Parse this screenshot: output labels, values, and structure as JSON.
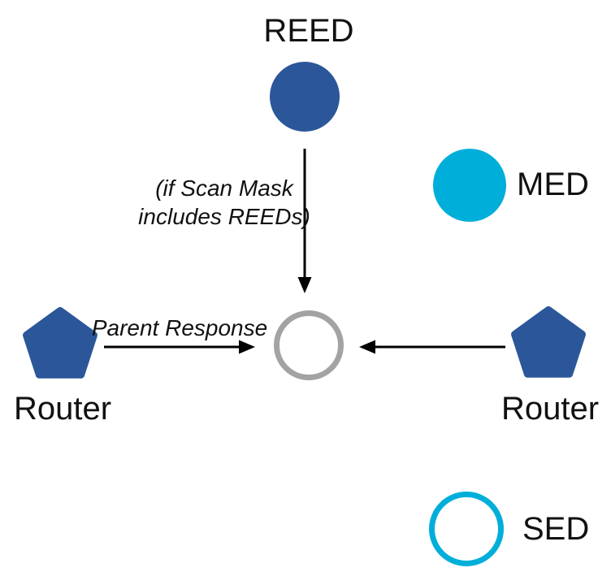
{
  "labels": {
    "reed": "REED",
    "med": "MED",
    "sed": "SED",
    "router_left": "Router",
    "router_right": "Router"
  },
  "annotations": {
    "scan_mask_line1": "(if Scan Mask",
    "scan_mask_line2": "includes REEDs)",
    "parent_response": "Parent Response"
  },
  "legend": {
    "reed_shape": "filled-circle",
    "med_shape": "filled-circle",
    "sed_shape": "outlined-circle",
    "router_shape": "filled-pentagon",
    "center_shape": "outlined-circle"
  },
  "colors": {
    "node_blue": "#2B579A",
    "node_cyan": "#00AEDA",
    "outline_gray": "#A3A3A3",
    "arrow_black": "#000000"
  }
}
